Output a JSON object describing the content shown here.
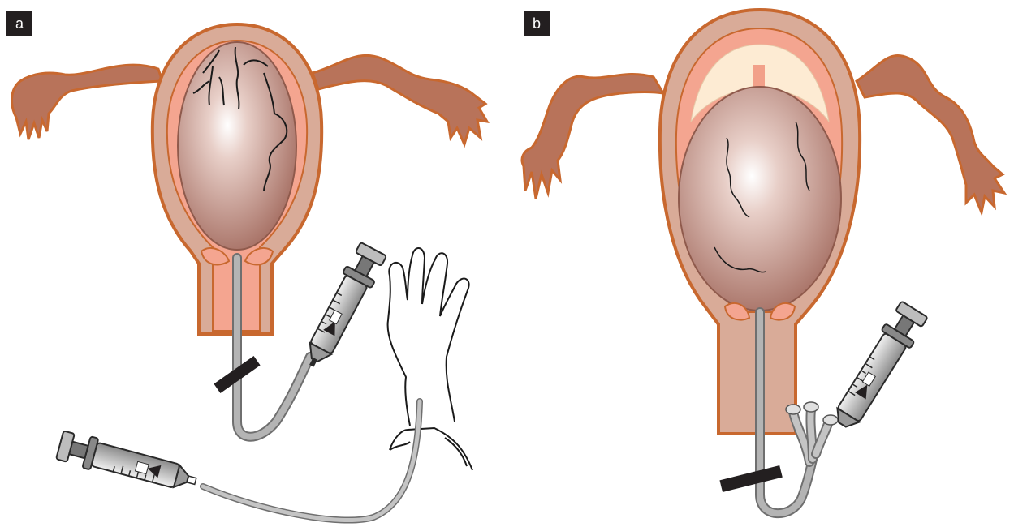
{
  "panels": [
    {
      "label": "a"
    },
    {
      "label": "b"
    }
  ],
  "colors": {
    "uterus_outline": "#c8682f",
    "myometrium": "#d9ab98",
    "endometrium": "#f4a590",
    "balloon": "#b98274",
    "tube": "#a0a0a0",
    "clamp": "#231f20",
    "fluid_space": "#fdebd3"
  },
  "icons": [
    "uterus-illustration",
    "balloon-catheter",
    "syringe",
    "hand-outline",
    "clamp"
  ]
}
